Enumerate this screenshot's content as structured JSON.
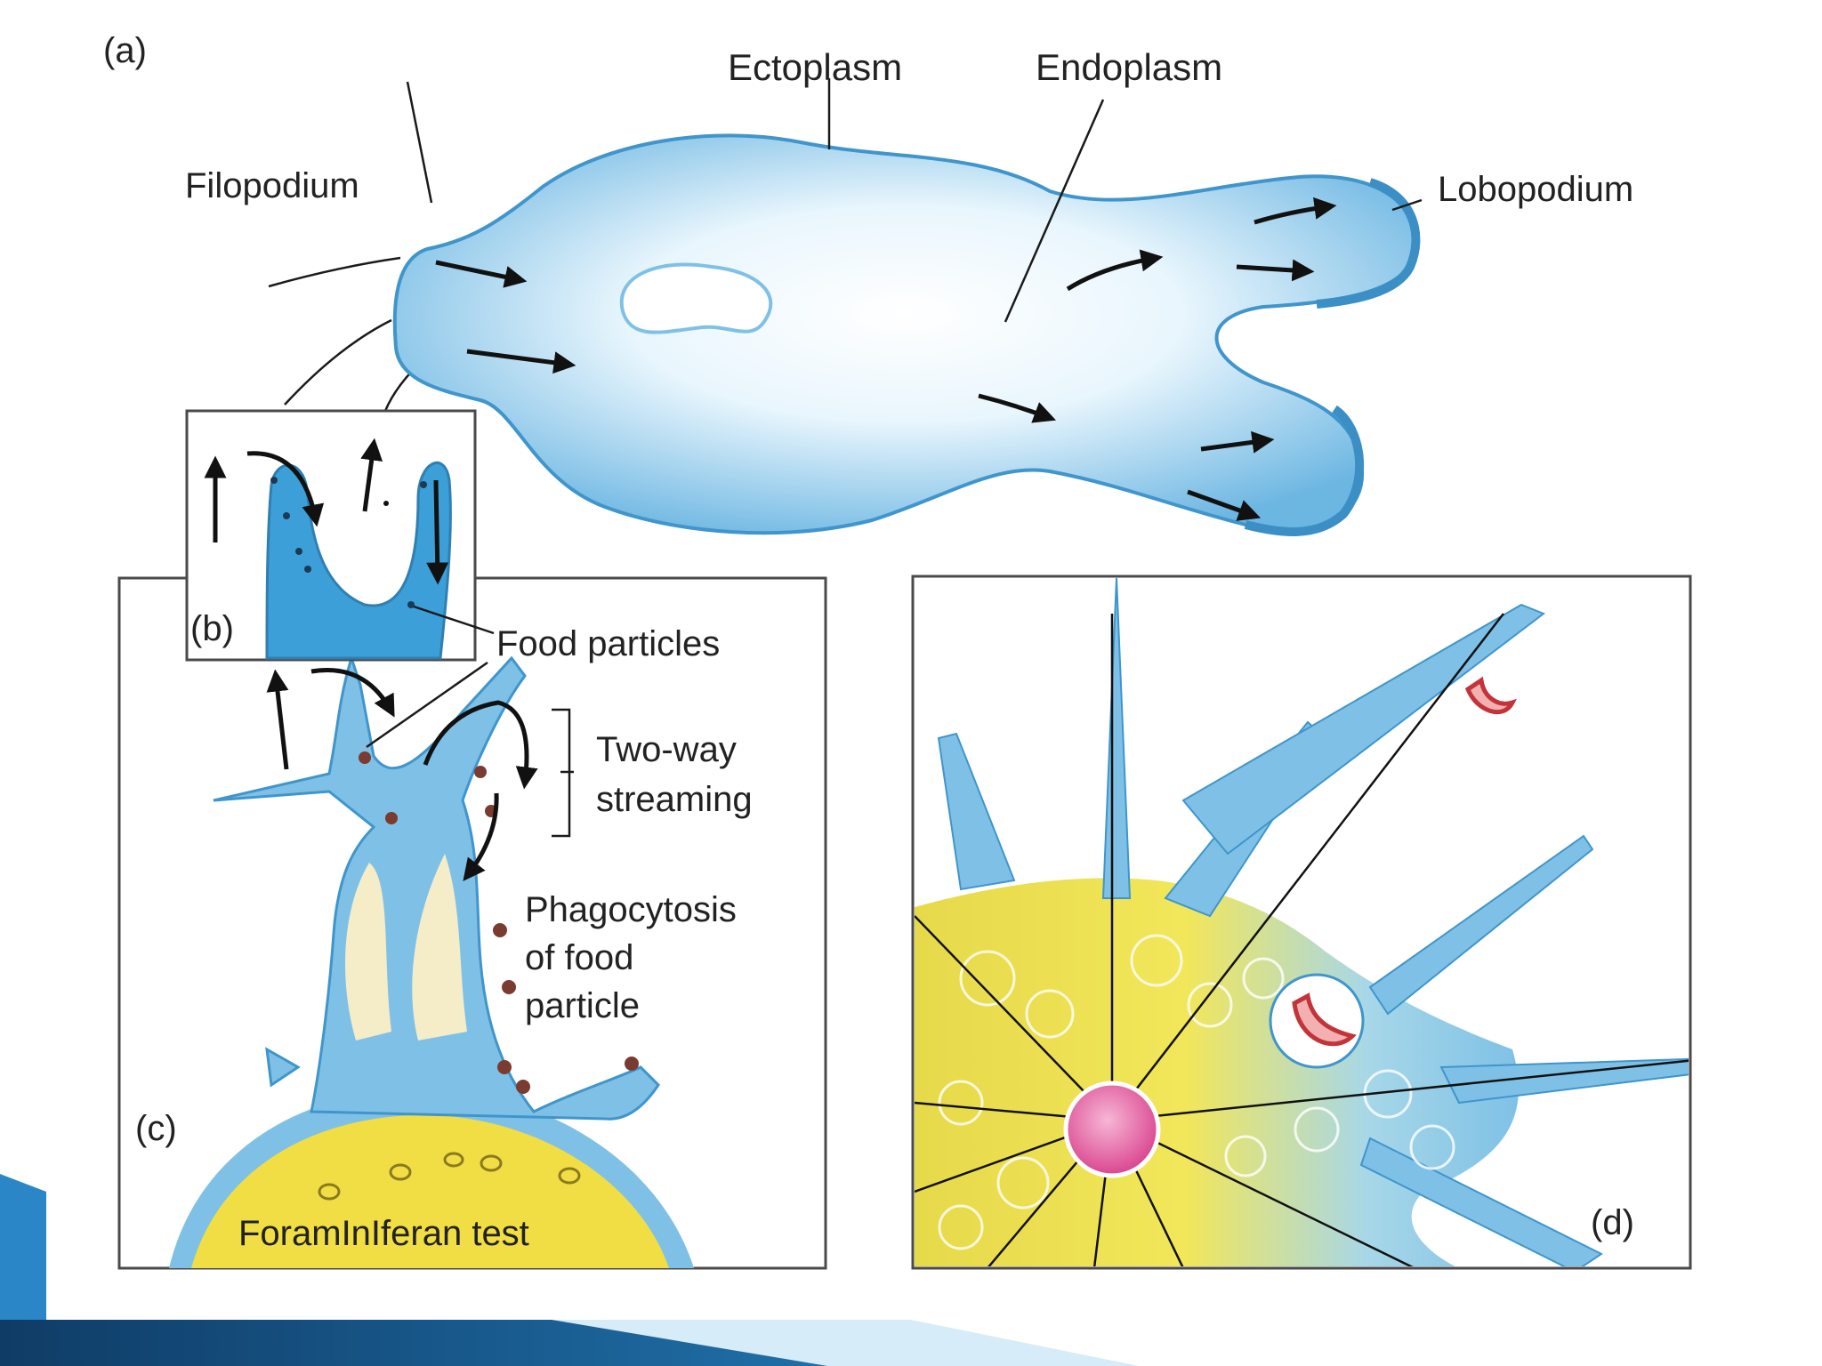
{
  "panel_labels": {
    "a": "(a)",
    "b": "(b)",
    "c": "(c)",
    "d": "(d)"
  },
  "labels": {
    "ectoplasm": "Ectoplasm",
    "endoplasm": "Endoplasm",
    "filopodium": "Filopodium",
    "lobopodium": "Lobopodium",
    "food_particles": "Food particles",
    "two_way_streaming": [
      "Two-way",
      "streaming"
    ],
    "phagocytosis": [
      "Phagocytosis",
      "of food",
      "particle"
    ],
    "foraminiferan_test": "ForamInIferan test"
  },
  "colors": {
    "cell_blue": "#7fc1e6",
    "cell_light": "#e9f6fd",
    "test_yellow": "#f1dd44",
    "nucleus_pink": "#e45aa0",
    "vacuole_red": "#c2343a",
    "slide_accent_dark": "#0f3c66",
    "slide_accent_light": "#cfe7f7"
  },
  "icons": {
    "arrows": "arrow-icon",
    "nucleus": "nucleus-icon",
    "vacuole": "food-vacuole-icon"
  }
}
